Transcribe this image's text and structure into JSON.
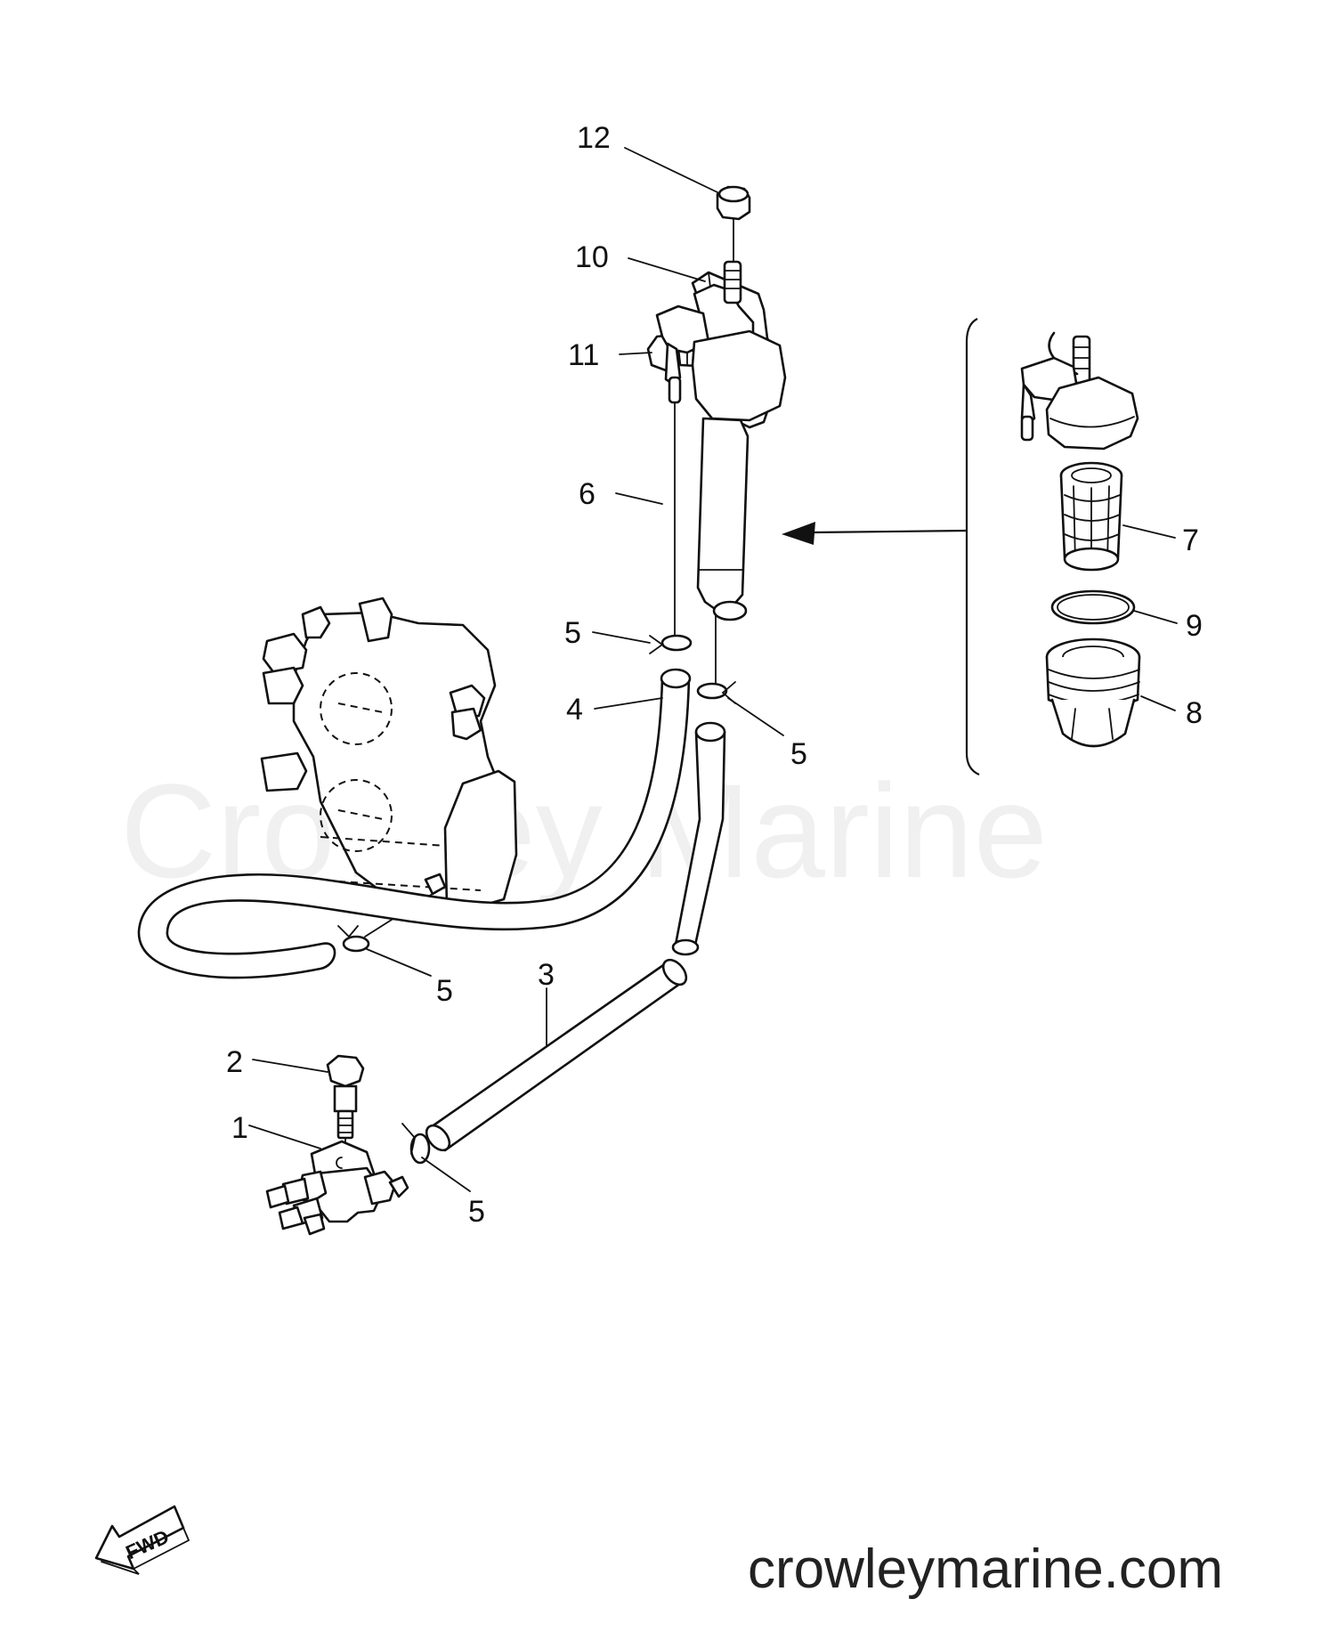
{
  "watermark": "Crowley Marine",
  "website": "crowleymarine.com",
  "fwd_label": "FWD",
  "callouts": {
    "c1": "1",
    "c2": "2",
    "c3": "3",
    "c4": "4",
    "c5a": "5",
    "c5b": "5",
    "c5c": "5",
    "c5d": "5",
    "c6": "6",
    "c7": "7",
    "c8": "8",
    "c9": "9",
    "c10": "10",
    "c11": "11",
    "c12": "12"
  }
}
